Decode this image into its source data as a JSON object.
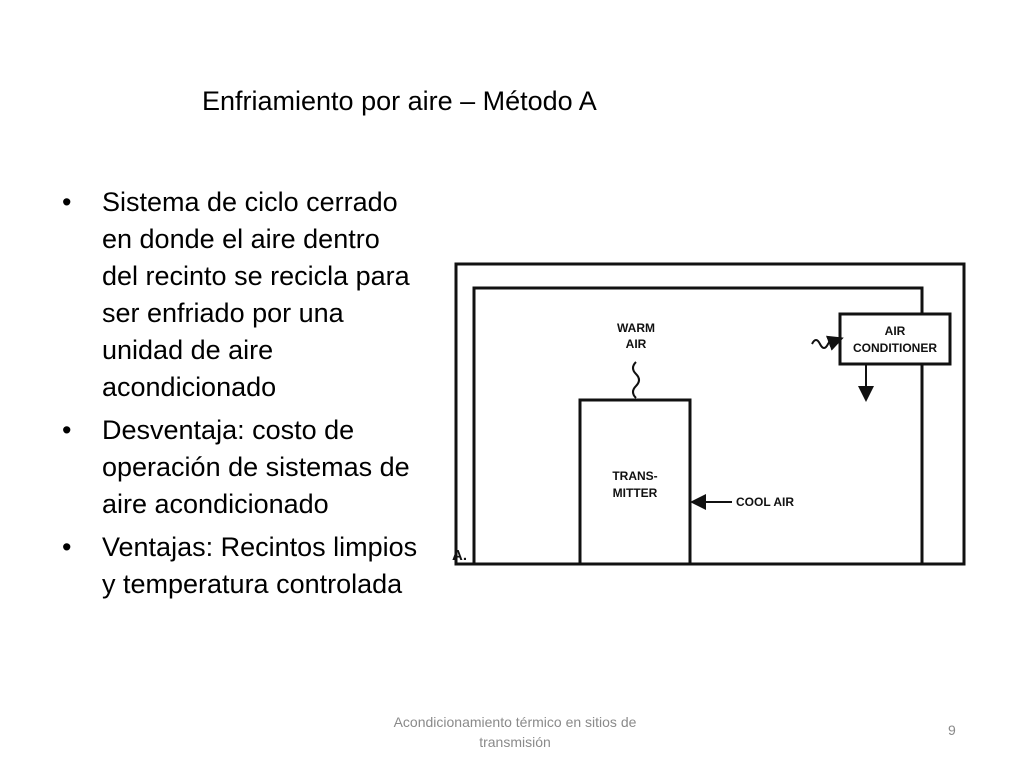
{
  "slide": {
    "title": "Enfriamiento por aire – Método A",
    "bullets": [
      "Sistema de ciclo cerrado en donde el aire dentro del recinto se recicla para ser enfriado por una unidad de aire acondicionado",
      "Desventaja: costo de operación de sistemas de aire acondicionado",
      "Ventajas: Recintos limpios y temperatura controlada"
    ],
    "bullet_glyph": "•",
    "footer": "Acondicionamiento térmico en sitios de transmisión",
    "page_number": "9"
  },
  "diagram": {
    "label_warm_1": "WARM",
    "label_warm_2": "AIR",
    "label_ac_1": "AIR",
    "label_ac_2": "CONDITIONER",
    "label_tx_1": "TRANS-",
    "label_tx_2": "MITTER",
    "label_cool": "COOL AIR",
    "label_fig": "A."
  }
}
